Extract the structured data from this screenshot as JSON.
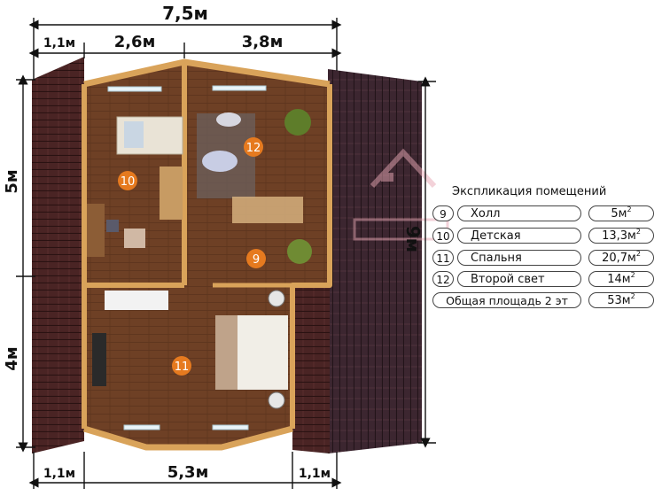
{
  "dimensions": {
    "top_total": "7,5м",
    "top_left": "1,1м",
    "top_mid": "2,6м",
    "top_right": "3,8м",
    "left_upper": "5м",
    "left_lower": "4м",
    "right_total": "9м",
    "bottom_left": "1,1м",
    "bottom_mid": "5,3м",
    "bottom_right": "1,1м"
  },
  "room_markers": {
    "r10": "10",
    "r12": "12",
    "r9": "9",
    "r11": "11"
  },
  "legend": {
    "title": "Экспликация помещений",
    "rows": [
      {
        "num": "9",
        "name": "Холл",
        "area": "5м",
        "sup": "2"
      },
      {
        "num": "10",
        "name": "Детская",
        "area": "13,3м",
        "sup": "2"
      },
      {
        "num": "11",
        "name": "Спальня",
        "area": "20,7м",
        "sup": "2"
      },
      {
        "num": "12",
        "name": "Второй свет",
        "area": "14м",
        "sup": "2"
      }
    ],
    "total": {
      "name": "Общая площадь 2 эт",
      "area": "53м",
      "sup": "2"
    }
  },
  "colors": {
    "roof": "#4a2424",
    "floor": "#6e4025",
    "wall": "#d9a35a",
    "marker": "#e67a1f",
    "watermark": "#e8a7b4"
  }
}
